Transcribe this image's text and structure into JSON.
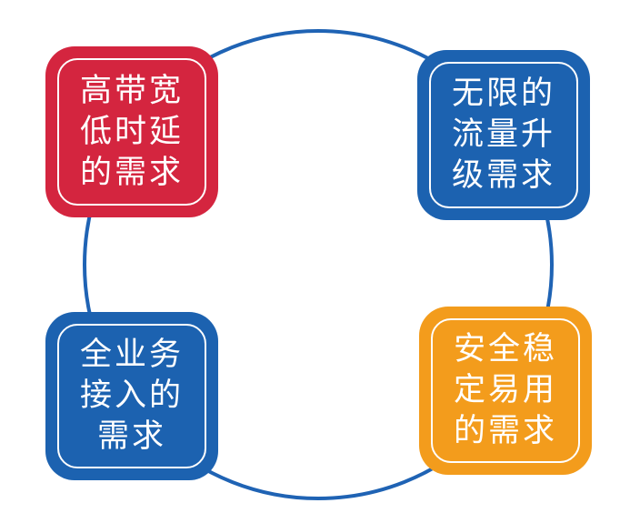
{
  "diagram": {
    "ring_color": "#1f63b4",
    "boxes": [
      {
        "id": "top-left",
        "color": "#d4253f",
        "lines": [
          "高带宽",
          "低时延",
          "的需求"
        ]
      },
      {
        "id": "top-right",
        "color": "#1c62b0",
        "lines": [
          "无限的",
          "流量升",
          "级需求"
        ]
      },
      {
        "id": "bottom-left",
        "color": "#1c62b0",
        "lines": [
          "全业务",
          "接入的",
          "需求"
        ]
      },
      {
        "id": "bottom-right",
        "color": "#f39c1c",
        "lines": [
          "安全稳",
          "定易用",
          "的需求"
        ]
      }
    ]
  }
}
